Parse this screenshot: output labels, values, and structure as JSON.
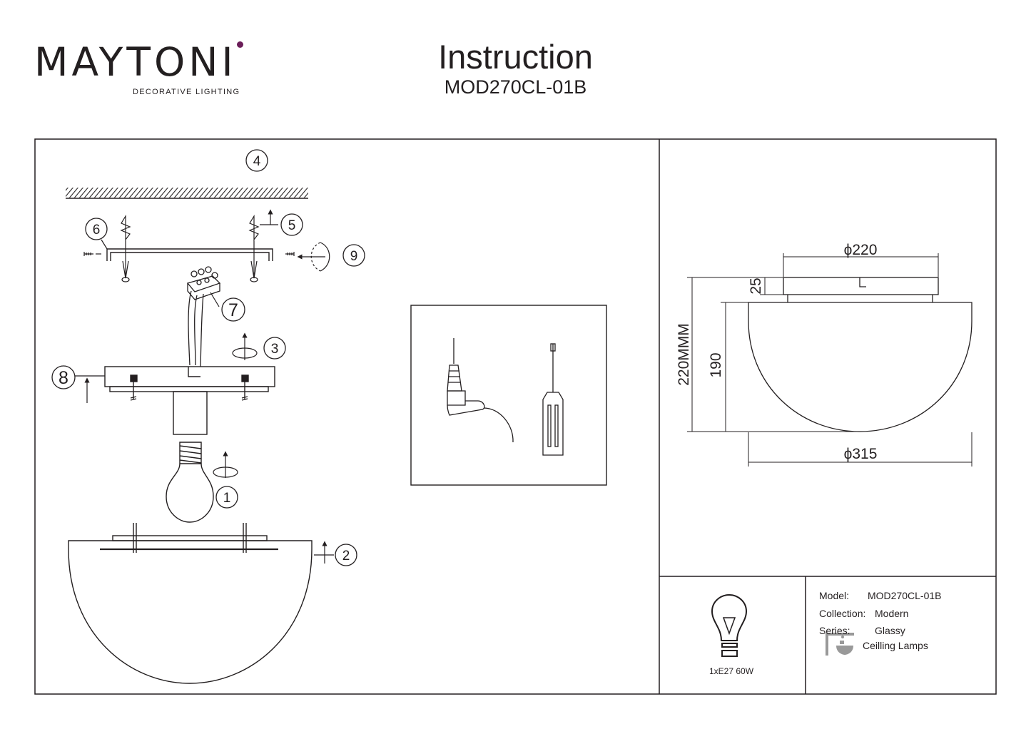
{
  "brand": {
    "name": "MAYTONI",
    "tagline": "DECORATIVE LIGHTING"
  },
  "header": {
    "title": "Instruction",
    "model": "MOD270CL-01B"
  },
  "steps": [
    "1",
    "2",
    "3",
    "4",
    "5",
    "6",
    "7",
    "8",
    "9"
  ],
  "dimensions": {
    "top_diameter": "ϕ220",
    "canopy_height": "25",
    "total_height": "220MMM",
    "shade_height": "190",
    "shade_diameter": "ϕ315"
  },
  "specs": {
    "model_label": "Model:",
    "model_value": "MOD270CL-01B",
    "collection_label": "Collection:",
    "collection_value": "Modern",
    "series_label": "Series:",
    "series_value": "Glassy",
    "category": "Ceilling Lamps"
  },
  "power": "1xE27 60W",
  "icons": [
    "drill-icon",
    "screwdriver-icon",
    "bulb-icon",
    "ceiling-lamp-icon"
  ],
  "colors": {
    "ink": "#231f20",
    "brand_dot": "#6b1e59"
  }
}
